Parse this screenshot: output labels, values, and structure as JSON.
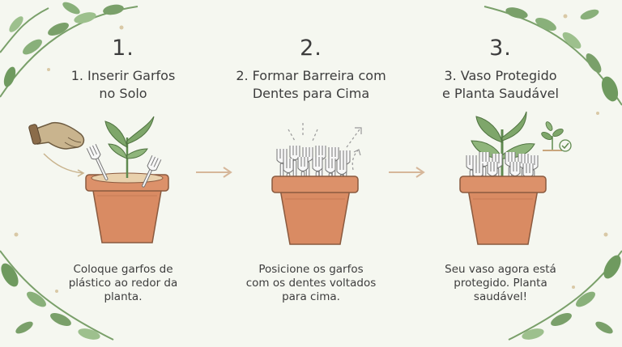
{
  "steps": [
    {
      "number": "1.",
      "title_line1": "1. Inserir Garfos",
      "title_line2": "no Solo",
      "desc_line1": "Coloque garfos de",
      "desc_line2": "plástico ao redor da",
      "desc_line3": "planta."
    },
    {
      "number": "2.",
      "title_line1": "2. Formar Barreira com",
      "title_line2": "Dentes para Cima",
      "desc_line1": "Posicione os garfos",
      "desc_line2": "com os dentes voltados",
      "desc_line3": "para cima."
    },
    {
      "number": "3.",
      "title_line1": "3. Vaso Protegido",
      "title_line2": "e Planta Saudável",
      "desc_line1": "Seu vaso agora está",
      "desc_line2": "protegido. Planta",
      "desc_line3": "saudável!"
    }
  ],
  "icons": [
    "leaf-decoration-icon",
    "glove-hand-icon",
    "plant-icon",
    "pot-icon",
    "fork-icon",
    "arrow-right-icon",
    "sprout-check-icon"
  ],
  "colors": {
    "background": "#f5f7f0",
    "pot": "#d98b63",
    "pot_shadow": "#b86d4b",
    "soil": "#e9d1ad",
    "leaf": "#7ea66a",
    "leaf_dark": "#5f8a4f",
    "fork": "#f7f7f7"
  }
}
